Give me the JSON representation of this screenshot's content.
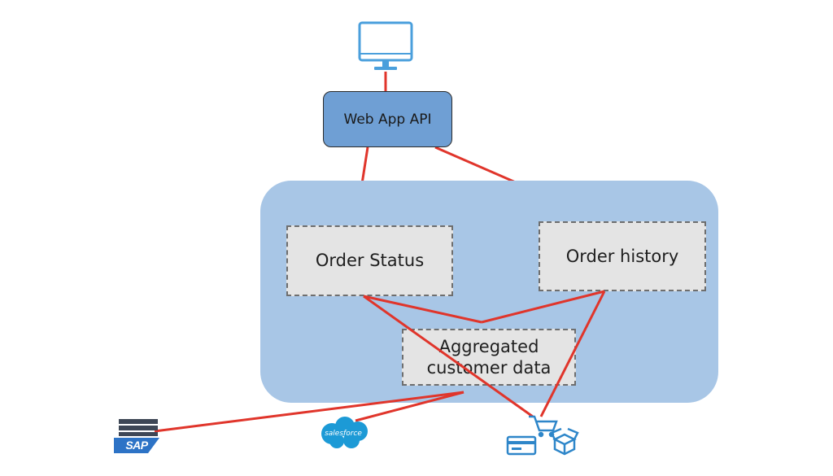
{
  "diagram": {
    "nodes": {
      "web_app_api": "Web App API",
      "order_status": "Order Status",
      "order_history": "Order history",
      "aggregated_data": "Aggregated\ncustomer data"
    },
    "icons": {
      "client": "monitor-icon",
      "sap": "SAP",
      "salesforce": "salesforce",
      "commerce": "shopping-cart-icon"
    },
    "colors": {
      "connector": "#e0352b",
      "group_background": "#a8c6e6",
      "api_box": "#6f9fd4",
      "service_box": "#e4e4e4",
      "icon_blue": "#4a9fdc"
    }
  }
}
